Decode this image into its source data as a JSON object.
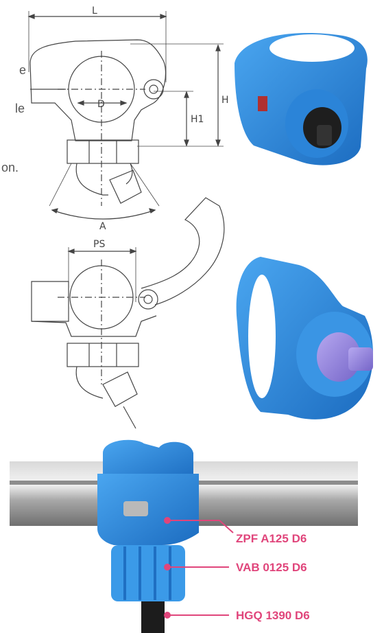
{
  "left_text_fragments": [
    "e",
    "le",
    "on."
  ],
  "drawing_top": {
    "dim_L": "L",
    "dim_H": "H",
    "dim_H1": "H1",
    "dim_D": "D",
    "dim_A": "A"
  },
  "drawing_bottom": {
    "dim_PS": "PS"
  },
  "callouts": [
    {
      "label": "ZPF A125 D6"
    },
    {
      "label": "VAB 0125 D6"
    },
    {
      "label": "HGQ 1390 D6"
    }
  ],
  "colors": {
    "accent": "#e0457b",
    "part_blue": "#2f8fe0",
    "part_blue_dark": "#1f6fc2",
    "line": "#444444"
  }
}
